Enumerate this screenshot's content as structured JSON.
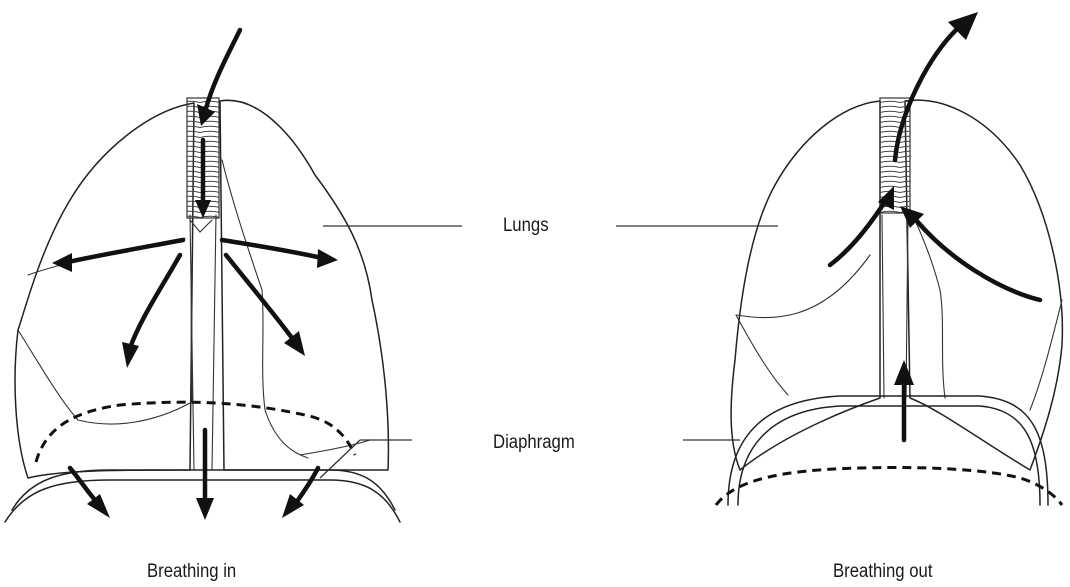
{
  "labels": {
    "lungs": "Lungs",
    "diaphragm": "Diaphragm"
  },
  "captions": {
    "breathing_in": "Breathing in",
    "breathing_out": "Breathing out"
  },
  "colors": {
    "line": "#222222",
    "arrow": "#111111",
    "background": "#ffffff"
  }
}
